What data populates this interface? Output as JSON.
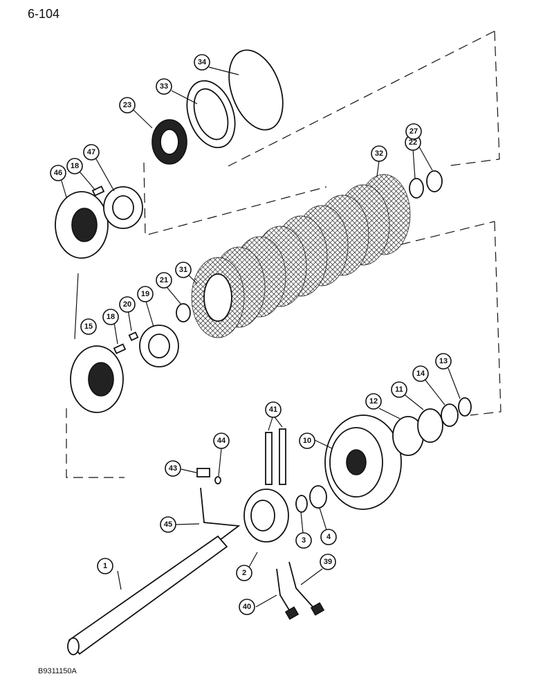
{
  "page_number": "6-104",
  "figure_code": "B9311150A",
  "callouts": [
    "34",
    "33",
    "23",
    "46",
    "18",
    "47",
    "32",
    "22",
    "27",
    "31",
    "21",
    "19",
    "20",
    "18",
    "15",
    "41",
    "44",
    "12",
    "11",
    "14",
    "13",
    "10",
    "43",
    "3",
    "4",
    "45",
    "2",
    "39",
    "1",
    "40"
  ]
}
